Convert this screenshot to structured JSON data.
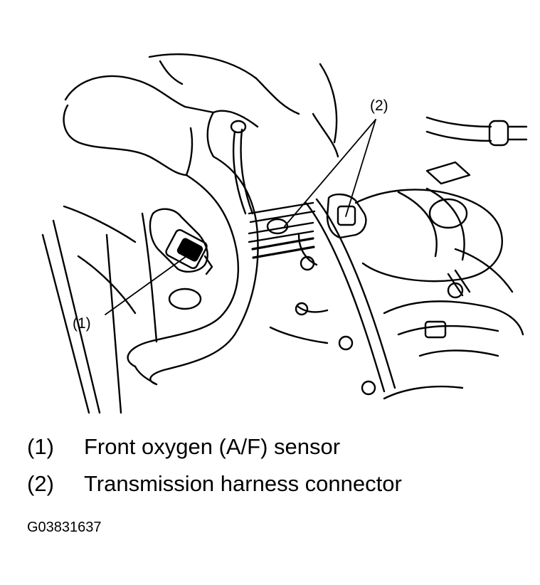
{
  "diagram": {
    "callouts": [
      {
        "id": "1",
        "label": "(1)"
      },
      {
        "id": "2",
        "label": "(2)"
      }
    ]
  },
  "legend": [
    {
      "number": "(1)",
      "text": "Front oxygen (A/F) sensor"
    },
    {
      "number": "(2)",
      "text": "Transmission harness connector"
    }
  ],
  "figure_id": "G03831637"
}
